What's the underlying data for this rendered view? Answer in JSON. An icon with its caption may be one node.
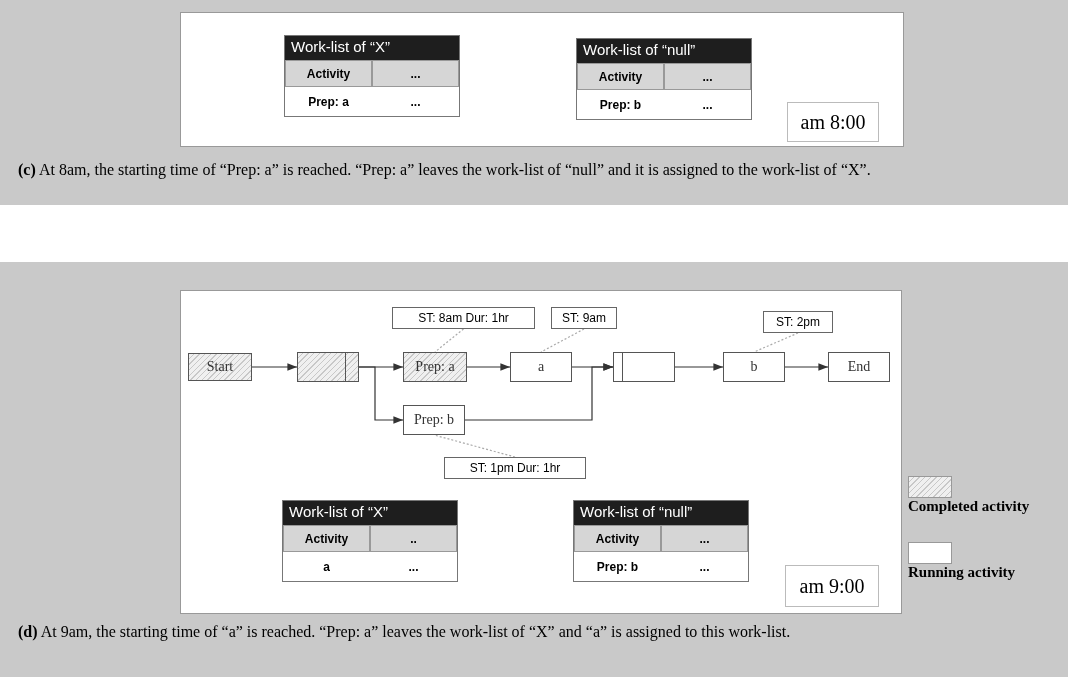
{
  "diagram": {
    "nodes": [
      {
        "text": [
          "Work-list of “X”",
          "Activity",
          "...",
          "Prep: a",
          "..."
        ]
      },
      {
        "text": [
          "Work-list of “null”",
          "Activity",
          "...",
          "Prep: b",
          "..."
        ]
      },
      {
        "text": [
          "am 8:00"
        ]
      },
      {
        "text": [
          "ST: 8am Dur: 1hr"
        ]
      },
      {
        "text": [
          "ST: 9am"
        ]
      },
      {
        "text": [
          "ST: 2pm"
        ]
      },
      {
        "text": [
          "Start"
        ]
      },
      {
        "text": [],
        "shape": "box"
      },
      {
        "text": [
          "Prep: a"
        ]
      },
      {
        "text": [
          "a"
        ]
      },
      {
        "text": [],
        "shape": "box"
      },
      {
        "text": [
          "b"
        ]
      },
      {
        "text": [
          "End"
        ]
      },
      {
        "text": [
          "Prep: b"
        ]
      },
      {
        "text": [
          "ST: 1pm Dur: 1hr"
        ]
      },
      {
        "text": [
          "Work-list of “X”",
          "Activity",
          "..",
          "a",
          "..."
        ]
      },
      {
        "text": [
          "Work-list of “null”",
          "Activity",
          "...",
          "Prep: b",
          "..."
        ]
      },
      {
        "text": [
          "am 9:00"
        ]
      }
    ],
    "edges": [
      {
        "from": 6,
        "to": 7,
        "arrow": "to"
      },
      {
        "from": 7,
        "to": 8,
        "arrow": "to"
      },
      {
        "from": 7,
        "to": 13,
        "arrow": "to"
      },
      {
        "from": 8,
        "to": 9,
        "arrow": "to"
      },
      {
        "from": 9,
        "to": 10,
        "arrow": "to"
      },
      {
        "from": 13,
        "to": 10,
        "arrow": "to"
      },
      {
        "from": 10,
        "to": 11,
        "arrow": "to"
      },
      {
        "from": 11,
        "to": 12,
        "arrow": "to"
      },
      {
        "from": 3,
        "to": 8,
        "arrow": "none",
        "style": "dashed",
        "color": "#aaaaaa"
      },
      {
        "from": 4,
        "to": 9,
        "arrow": "none",
        "style": "dashed",
        "color": "#aaaaaa"
      },
      {
        "from": 5,
        "to": 11,
        "arrow": "none",
        "style": "dashed",
        "color": "#aaaaaa"
      },
      {
        "from": 14,
        "to": 13,
        "arrow": "none",
        "style": "dashed",
        "color": "#aaaaaa"
      }
    ],
    "labels": [
      "**(c)** At 8am, the starting time of “Prep: a” is reached. “Prep: a” leaves the work-list of “null” and it is assigned to the work-list of “X”.",
      "**(d)** At 9am, the starting time of “a” is reached. “Prep: a” leaves the work-list of “X” and “a” is assigned to this work-list."
    ],
    "legend": [
      {
        "text": "Completed activity"
      },
      {
        "text": "Running activity",
        "color": "#ffffff"
      }
    ]
  }
}
